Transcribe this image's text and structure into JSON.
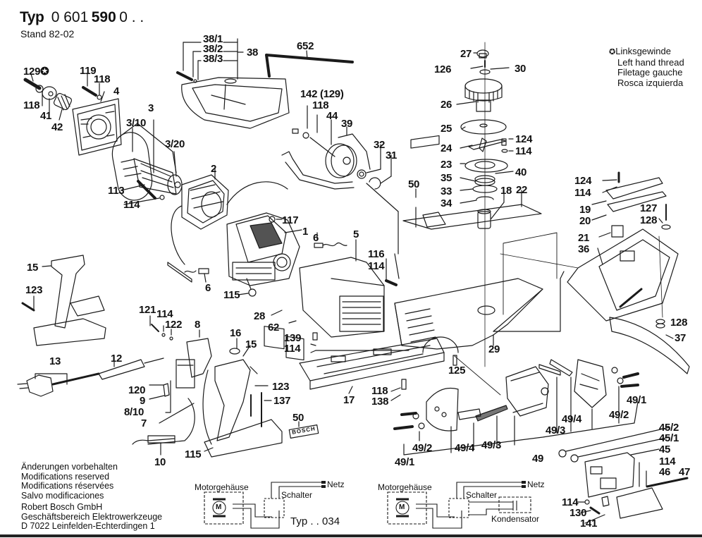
{
  "header": {
    "typ_label": "Typ",
    "type_number_prefix": "0 601",
    "type_number_bold": "590",
    "type_number_suffix": "0 . .",
    "stand": "Stand 82-02"
  },
  "legend": {
    "symbol": "✪",
    "lines": [
      "Linksgewinde",
      "Left hand thread",
      "Filetage gauche",
      "Rosca izquierda"
    ]
  },
  "footer": {
    "notice_lines": [
      "Änderungen vorbehalten",
      "Modifications reserved",
      "Modifications réservées",
      "Salvo modificaciones"
    ],
    "company_lines": [
      "Robert Bosch GmbH",
      "Geschäftsbereich Elektrowerkzeuge",
      "D 7022 Leinfelden-Echterdingen 1"
    ]
  },
  "wiring": {
    "diagram1": {
      "motor_housing": "Motorgehäuse",
      "motor_symbol": "M",
      "switch": "Schalter",
      "mains": "Netz",
      "type_label": "Typ . . 034"
    },
    "diagram2": {
      "motor_housing": "Motorgehäuse",
      "motor_symbol": "M",
      "switch": "Schalter",
      "mains": "Netz",
      "capacitor": "Kondensator"
    }
  },
  "parts": [
    {
      "id": "p129",
      "label": "129✪"
    },
    {
      "id": "p119",
      "label": "119"
    },
    {
      "id": "p118a",
      "label": "118"
    },
    {
      "id": "p4",
      "label": "4"
    },
    {
      "id": "p118b",
      "label": "118"
    },
    {
      "id": "p41",
      "label": "41"
    },
    {
      "id": "p42",
      "label": "42"
    },
    {
      "id": "p3",
      "label": "3"
    },
    {
      "id": "p3_10",
      "label": "3/10"
    },
    {
      "id": "p3_20",
      "label": "3/20"
    },
    {
      "id": "p38_1",
      "label": "38/1"
    },
    {
      "id": "p38_2",
      "label": "38/2"
    },
    {
      "id": "p38_3",
      "label": "38/3"
    },
    {
      "id": "p38",
      "label": "38"
    },
    {
      "id": "p652",
      "label": "652"
    },
    {
      "id": "p142",
      "label": "142 (129)"
    },
    {
      "id": "p118c",
      "label": "118"
    },
    {
      "id": "p44",
      "label": "44"
    },
    {
      "id": "p39",
      "label": "39"
    },
    {
      "id": "p32",
      "label": "32"
    },
    {
      "id": "p31",
      "label": "31"
    },
    {
      "id": "p2",
      "label": "2"
    },
    {
      "id": "p113",
      "label": "113"
    },
    {
      "id": "p114a",
      "label": "114"
    },
    {
      "id": "p117",
      "label": "117"
    },
    {
      "id": "p1",
      "label": "1"
    },
    {
      "id": "p6a",
      "label": "6"
    },
    {
      "id": "p5",
      "label": "5"
    },
    {
      "id": "p6b",
      "label": "6"
    },
    {
      "id": "p115a",
      "label": "115"
    },
    {
      "id": "p28",
      "label": "28"
    },
    {
      "id": "p62",
      "label": "62"
    },
    {
      "id": "p116",
      "label": "116"
    },
    {
      "id": "p114b",
      "label": "114"
    },
    {
      "id": "p139",
      "label": "139"
    },
    {
      "id": "p114c",
      "label": "114"
    },
    {
      "id": "p27",
      "label": "27"
    },
    {
      "id": "p126",
      "label": "126"
    },
    {
      "id": "p30",
      "label": "30"
    },
    {
      "id": "p26",
      "label": "26"
    },
    {
      "id": "p25",
      "label": "25"
    },
    {
      "id": "p24",
      "label": "24"
    },
    {
      "id": "p124a",
      "label": "124"
    },
    {
      "id": "p114d",
      "label": "114"
    },
    {
      "id": "p23",
      "label": "23"
    },
    {
      "id": "p40",
      "label": "40"
    },
    {
      "id": "p35",
      "label": "35"
    },
    {
      "id": "p33",
      "label": "33"
    },
    {
      "id": "p34",
      "label": "34"
    },
    {
      "id": "p50a",
      "label": "50"
    },
    {
      "id": "p18",
      "label": "18"
    },
    {
      "id": "p22",
      "label": "22"
    },
    {
      "id": "p124b",
      "label": "124"
    },
    {
      "id": "p114e",
      "label": "114"
    },
    {
      "id": "p19",
      "label": "19"
    },
    {
      "id": "p20",
      "label": "20"
    },
    {
      "id": "p127",
      "label": "127"
    },
    {
      "id": "p128a",
      "label": "128"
    },
    {
      "id": "p21",
      "label": "21"
    },
    {
      "id": "p36",
      "label": "36"
    },
    {
      "id": "p128b",
      "label": "128"
    },
    {
      "id": "p37",
      "label": "37"
    },
    {
      "id": "p29",
      "label": "29"
    },
    {
      "id": "p15a",
      "label": "15"
    },
    {
      "id": "p123a",
      "label": "123"
    },
    {
      "id": "p121",
      "label": "121"
    },
    {
      "id": "p114f",
      "label": "114"
    },
    {
      "id": "p122",
      "label": "122"
    },
    {
      "id": "p8",
      "label": "8"
    },
    {
      "id": "p16",
      "label": "16"
    },
    {
      "id": "p15b",
      "label": "15"
    },
    {
      "id": "p13",
      "label": "13"
    },
    {
      "id": "p12",
      "label": "12"
    },
    {
      "id": "p120",
      "label": "120"
    },
    {
      "id": "p9",
      "label": "9"
    },
    {
      "id": "p8_10",
      "label": "8/10"
    },
    {
      "id": "p7",
      "label": "7"
    },
    {
      "id": "p123b",
      "label": "123"
    },
    {
      "id": "p137",
      "label": "137"
    },
    {
      "id": "p50b",
      "label": "50"
    },
    {
      "id": "p115b",
      "label": "115"
    },
    {
      "id": "p10",
      "label": "10"
    },
    {
      "id": "p125",
      "label": "125"
    },
    {
      "id": "p17",
      "label": "17"
    },
    {
      "id": "p118d",
      "label": "118"
    },
    {
      "id": "p138",
      "label": "138"
    },
    {
      "id": "p49_1a",
      "label": "49/1"
    },
    {
      "id": "p49_2a",
      "label": "49/2"
    },
    {
      "id": "p49_4a",
      "label": "49/4"
    },
    {
      "id": "p49_3a",
      "label": "49/3"
    },
    {
      "id": "p49",
      "label": "49"
    },
    {
      "id": "p49_3b",
      "label": "49/3"
    },
    {
      "id": "p49_4b",
      "label": "49/4"
    },
    {
      "id": "p49_2b",
      "label": "49/2"
    },
    {
      "id": "p49_1b",
      "label": "49/1"
    },
    {
      "id": "p45_2",
      "label": "45/2"
    },
    {
      "id": "p45_1",
      "label": "45/1"
    },
    {
      "id": "p45",
      "label": "45"
    },
    {
      "id": "p114g",
      "label": "114"
    },
    {
      "id": "p46",
      "label": "46"
    },
    {
      "id": "p47",
      "label": "47"
    },
    {
      "id": "p114h",
      "label": "114"
    },
    {
      "id": "p130",
      "label": "130"
    },
    {
      "id": "p141",
      "label": "141"
    }
  ],
  "brand_plate": "BOSCH"
}
